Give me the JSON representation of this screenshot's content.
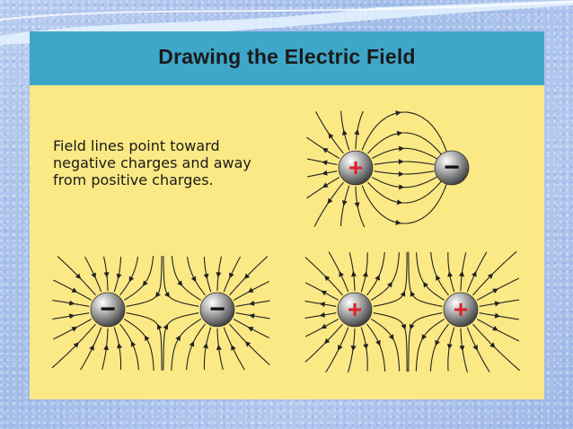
{
  "slide": {
    "title": "Drawing the Electric Field",
    "caption_lines": [
      "Field lines point toward",
      "negative charges and away",
      "from positive charges."
    ]
  },
  "diagrams": [
    {
      "id": "dipole",
      "charges": [
        {
          "sign": "+"
        },
        {
          "sign": "−"
        }
      ]
    },
    {
      "id": "two-negative",
      "charges": [
        {
          "sign": "−"
        },
        {
          "sign": "−"
        }
      ]
    },
    {
      "id": "two-positive",
      "charges": [
        {
          "sign": "+"
        },
        {
          "sign": "+"
        }
      ]
    }
  ],
  "colors": {
    "slide_background": "#fbe985",
    "title_bar": "#3ea6c8",
    "field_line": "#222222",
    "positive_sign": "#e0202a",
    "negative_sign": "#111111"
  }
}
